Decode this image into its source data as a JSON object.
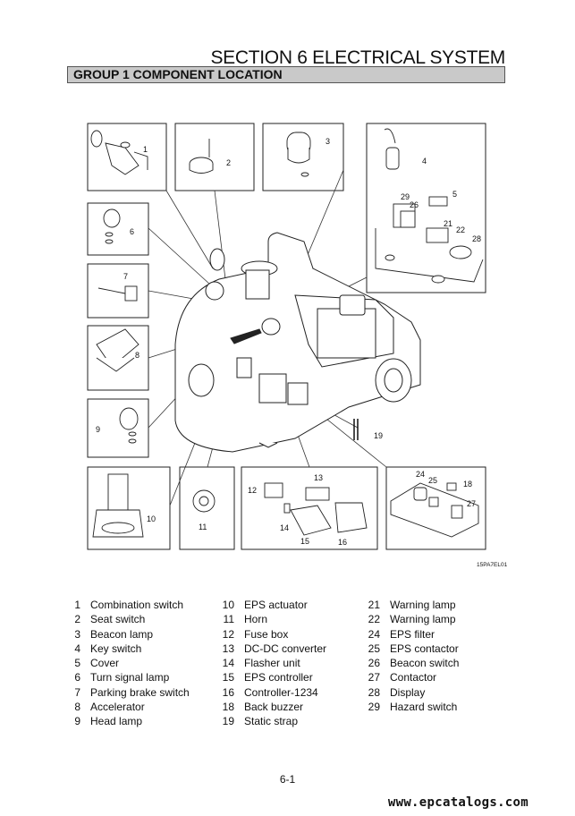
{
  "header": {
    "section_title": "SECTION 6 ELECTRICAL SYSTEM",
    "group_title": "GROUP 1 COMPONENT LOCATION"
  },
  "figure": {
    "figure_id": "15PA7EL01",
    "callouts": [
      "1",
      "2",
      "3",
      "4",
      "5",
      "6",
      "7",
      "8",
      "9",
      "10",
      "11",
      "12",
      "13",
      "14",
      "15",
      "16",
      "18",
      "19",
      "21",
      "22",
      "24",
      "25",
      "26",
      "27",
      "28",
      "29"
    ]
  },
  "legend": {
    "columns": [
      [
        {
          "num": "1",
          "label": "Combination switch"
        },
        {
          "num": "2",
          "label": "Seat switch"
        },
        {
          "num": "3",
          "label": "Beacon lamp"
        },
        {
          "num": "4",
          "label": "Key switch"
        },
        {
          "num": "5",
          "label": "Cover"
        },
        {
          "num": "6",
          "label": "Turn signal lamp"
        },
        {
          "num": "7",
          "label": "Parking brake switch"
        },
        {
          "num": "8",
          "label": "Accelerator"
        },
        {
          "num": "9",
          "label": "Head lamp"
        }
      ],
      [
        {
          "num": "10",
          "label": "EPS actuator"
        },
        {
          "num": "11",
          "label": "Horn"
        },
        {
          "num": "12",
          "label": "Fuse box"
        },
        {
          "num": "13",
          "label": "DC-DC converter"
        },
        {
          "num": "14",
          "label": "Flasher unit"
        },
        {
          "num": "15",
          "label": "EPS controller"
        },
        {
          "num": "16",
          "label": "Controller-1234"
        },
        {
          "num": "18",
          "label": "Back buzzer"
        },
        {
          "num": "19",
          "label": "Static strap"
        }
      ],
      [
        {
          "num": "21",
          "label": "Warning lamp"
        },
        {
          "num": "22",
          "label": "Warning lamp"
        },
        {
          "num": "24",
          "label": "EPS filter"
        },
        {
          "num": "25",
          "label": "EPS contactor"
        },
        {
          "num": "26",
          "label": "Beacon switch"
        },
        {
          "num": "27",
          "label": "Contactor"
        },
        {
          "num": "28",
          "label": "Display"
        },
        {
          "num": "29",
          "label": "Hazard switch"
        }
      ]
    ]
  },
  "footer": {
    "page_number": "6-1",
    "watermark": "www.epcatalogs.com"
  }
}
